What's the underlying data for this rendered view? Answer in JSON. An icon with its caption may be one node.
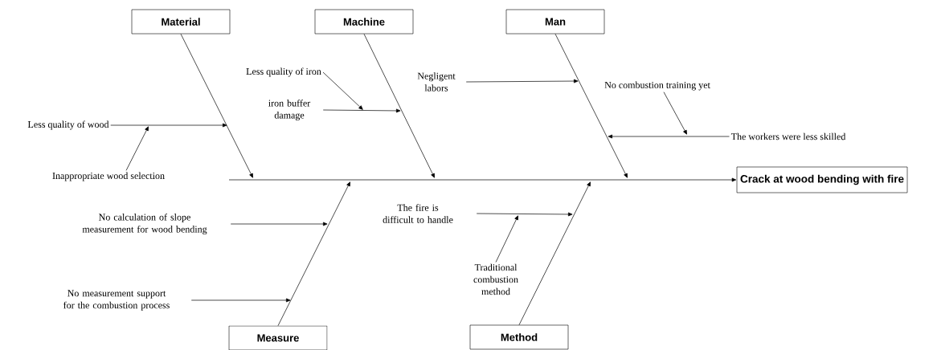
{
  "diagram": {
    "nodes": [
      {
        "text": [
          "Material"
        ]
      },
      {
        "text": [
          "Machine"
        ]
      },
      {
        "text": [
          "Man"
        ]
      },
      {
        "text": [
          "Less quality of iron"
        ]
      },
      {
        "text": [
          "Negligent labors"
        ]
      },
      {
        "text": [
          "No combustion training yet"
        ]
      },
      {
        "text": [
          "iron buffer damage"
        ]
      },
      {
        "text": [
          "Less quality of wood"
        ]
      },
      {
        "text": [
          "The workers were less skilled"
        ]
      },
      {
        "text": [
          "Inappropriate wood selection"
        ]
      },
      {
        "text": [
          "Crack at wood bending with fire"
        ]
      },
      {
        "text": [
          "The fire is difficult to handle"
        ]
      },
      {
        "text": [
          "No calculation of slope measurement for wood bending"
        ]
      },
      {
        "text": [
          "Traditional combustion method"
        ]
      },
      {
        "text": [
          "No measurement support for the combustion process"
        ]
      },
      {
        "text": [
          "Measure"
        ]
      },
      {
        "text": [
          "Method"
        ]
      }
    ],
    "edges": [
      {
        "from": null,
        "to": 10,
        "arrow": "to"
      },
      {
        "from": 0,
        "to": null,
        "arrow": "to"
      },
      {
        "from": 1,
        "to": null,
        "arrow": "to"
      },
      {
        "from": 2,
        "to": null,
        "arrow": "to"
      },
      {
        "from": 15,
        "to": null,
        "arrow": "to"
      },
      {
        "from": 16,
        "to": null,
        "arrow": "to"
      },
      {
        "from": 7,
        "to": null,
        "arrow": "to"
      },
      {
        "from": 9,
        "to": null,
        "arrow": "to"
      },
      {
        "from": 3,
        "to": null,
        "arrow": "to"
      },
      {
        "from": 6,
        "to": null,
        "arrow": "to"
      },
      {
        "from": 4,
        "to": null,
        "arrow": "to"
      },
      {
        "from": 5,
        "to": null,
        "arrow": "to"
      },
      {
        "from": 8,
        "to": null,
        "arrow": "to"
      },
      {
        "from": 12,
        "to": null,
        "arrow": "to"
      },
      {
        "from": 14,
        "to": null,
        "arrow": "to"
      },
      {
        "from": 11,
        "to": null,
        "arrow": "to"
      },
      {
        "from": 13,
        "to": null,
        "arrow": "to"
      }
    ]
  }
}
